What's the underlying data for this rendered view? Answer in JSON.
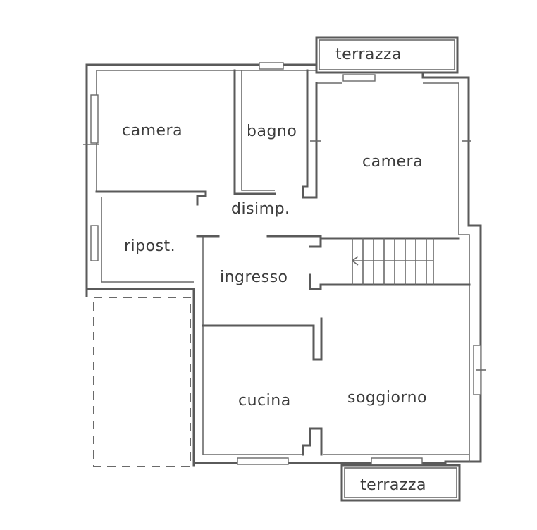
{
  "rooms": {
    "camera_nw": "camera",
    "bagno": "bagno",
    "camera_ne": "camera",
    "disimp": "disimp.",
    "ripost": "ripost.",
    "ingresso": "ingresso",
    "cucina": "cucina",
    "soggiorno": "soggiorno"
  },
  "terraces": {
    "north": "terrazza",
    "south": "terrazza"
  },
  "colors": {
    "ink": "#5a5a5a",
    "background": "#ffffff"
  }
}
